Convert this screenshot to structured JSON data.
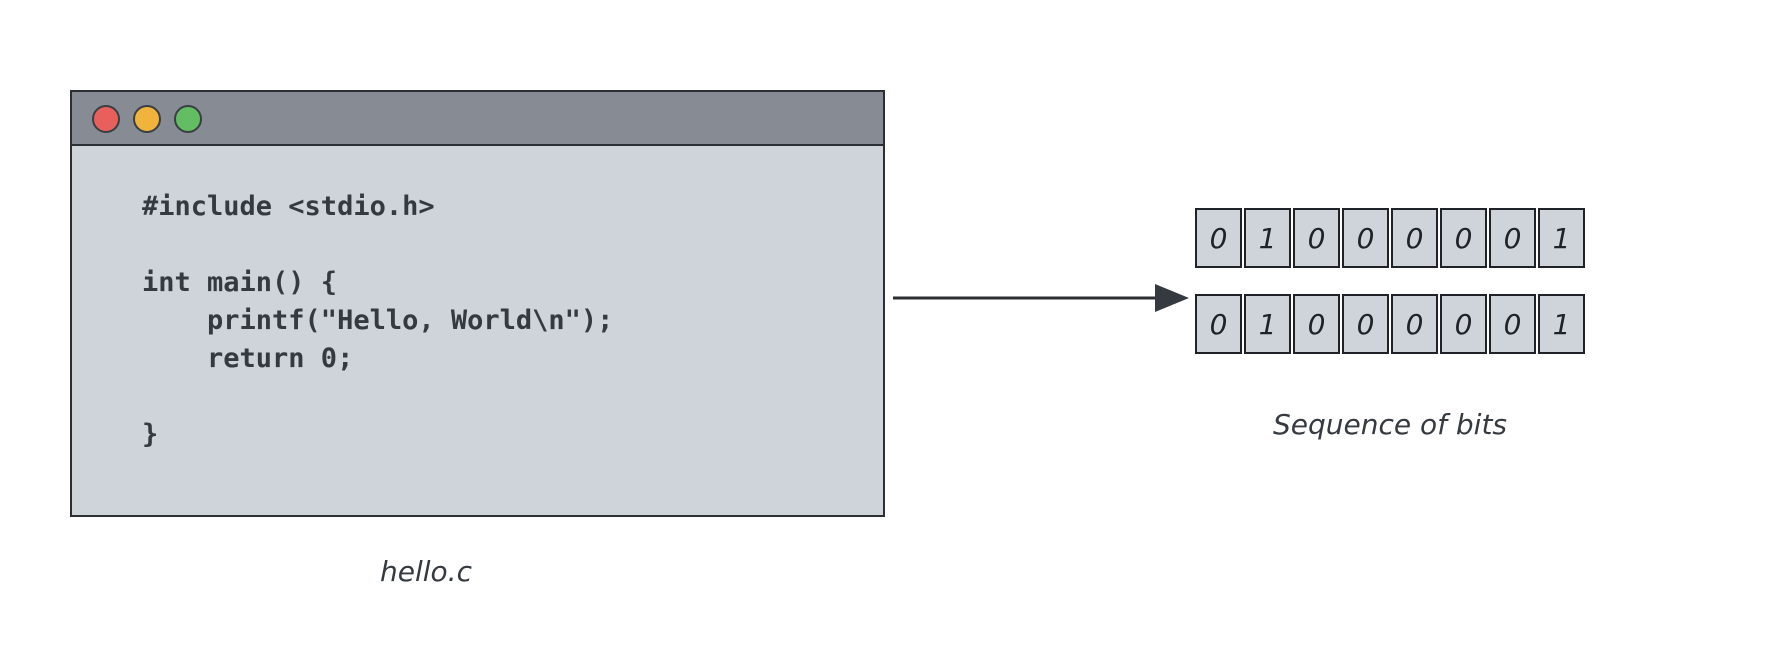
{
  "window": {
    "buttons": [
      {
        "name": "close",
        "color": "#e95f5c"
      },
      {
        "name": "minimize",
        "color": "#f0b43c"
      },
      {
        "name": "maximize",
        "color": "#62bd63"
      }
    ],
    "code_lines": [
      "#include <stdio.h>",
      "",
      "int main() {",
      "    printf(\"Hello, World\\n\");",
      "    return 0;",
      "",
      "}"
    ],
    "caption": "hello.c"
  },
  "bits": {
    "rows": [
      [
        "0",
        "1",
        "0",
        "0",
        "0",
        "0",
        "0",
        "1"
      ],
      [
        "0",
        "1",
        "0",
        "0",
        "0",
        "0",
        "0",
        "1"
      ]
    ],
    "caption": "Sequence of bits"
  },
  "colors": {
    "window_bg": "#ced4d9",
    "titlebar_bg": "#878c94",
    "stroke": "#2b2f33"
  }
}
